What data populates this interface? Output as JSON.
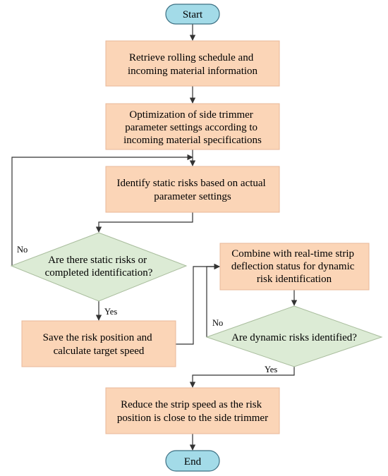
{
  "colors": {
    "process_fill": "#fbd5b7",
    "process_stroke": "#e8b898",
    "decision_fill": "#dcebd5",
    "decision_stroke": "#a9bd9d",
    "terminal_fill": "#a3dbe8",
    "terminal_stroke": "#3c6f82",
    "line": "#333333"
  },
  "nodes": {
    "start": {
      "lines": [
        "Start"
      ]
    },
    "retrieve": {
      "lines": [
        "Retrieve rolling schedule and",
        "incoming material information"
      ]
    },
    "optimize": {
      "lines": [
        "Optimization of side trimmer",
        "parameter settings according to",
        "incoming material specifications"
      ]
    },
    "identify_static": {
      "lines": [
        "Identify static risks based on actual",
        "parameter settings"
      ]
    },
    "decision_static": {
      "lines": [
        "Are there static risks or",
        "completed identification?"
      ]
    },
    "save_risk": {
      "lines": [
        "Save the risk position and",
        "calculate target speed"
      ]
    },
    "combine": {
      "lines": [
        "Combine with real-time strip",
        "deflection status for dynamic",
        "risk identification"
      ]
    },
    "decision_dynamic": {
      "lines": [
        "Are dynamic risks identified?"
      ]
    },
    "reduce": {
      "lines": [
        "Reduce the strip speed as the risk",
        "position is close to the side trimmer"
      ]
    },
    "end": {
      "lines": [
        "End"
      ]
    }
  },
  "edge_labels": {
    "static_no": "No",
    "static_yes": "Yes",
    "dynamic_no": "No",
    "dynamic_yes": "Yes"
  }
}
